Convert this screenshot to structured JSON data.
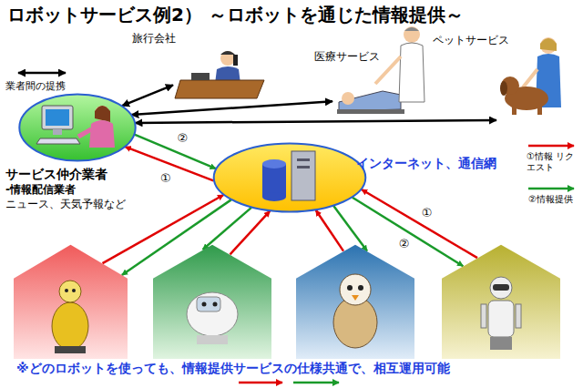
{
  "diagram": {
    "title": "ロボットサービス例2） ～ロボットを通じた情報提供～",
    "nodes": [
      {
        "text": [
          "サービス仲介業者",
          "-情報配信業者",
          "ニュース、天気予報など"
        ]
      },
      {
        "text": [
          "旅行会社"
        ]
      },
      {
        "text": [
          "医療サービス"
        ]
      },
      {
        "text": [
          "ペットサービス"
        ]
      },
      {
        "text": [
          "インターネット、通信網"
        ]
      },
      {
        "text": []
      },
      {
        "text": []
      },
      {
        "text": []
      },
      {
        "text": []
      }
    ],
    "edges": [
      {
        "from": 0,
        "to": 1,
        "arrow": "both"
      },
      {
        "from": 0,
        "to": 2,
        "arrow": "both"
      },
      {
        "from": 0,
        "to": 3,
        "arrow": "both"
      },
      {
        "from": 0,
        "to": 4,
        "label": "②",
        "arrow": "to"
      },
      {
        "from": 4,
        "to": 0,
        "label": "①",
        "arrow": "to"
      },
      {
        "from": 5,
        "to": 4,
        "arrow": "to"
      },
      {
        "from": 4,
        "to": 5,
        "arrow": "to"
      },
      {
        "from": 6,
        "to": 4,
        "arrow": "to"
      },
      {
        "from": 4,
        "to": 6,
        "arrow": "to"
      },
      {
        "from": 7,
        "to": 4,
        "arrow": "to"
      },
      {
        "from": 4,
        "to": 7,
        "arrow": "to"
      },
      {
        "from": 8,
        "to": 4,
        "label": "①",
        "arrow": "to"
      },
      {
        "from": 4,
        "to": 8,
        "label": "②",
        "arrow": "to"
      }
    ],
    "labels": [
      "※どのロボットを使っても、情報提供サービスの仕様共通で、相互運用可能"
    ],
    "legend": [
      {
        "text": "業者間の提携"
      },
      {
        "text": "①情報 リクエスト"
      },
      {
        "text": "②情報提供"
      }
    ]
  }
}
